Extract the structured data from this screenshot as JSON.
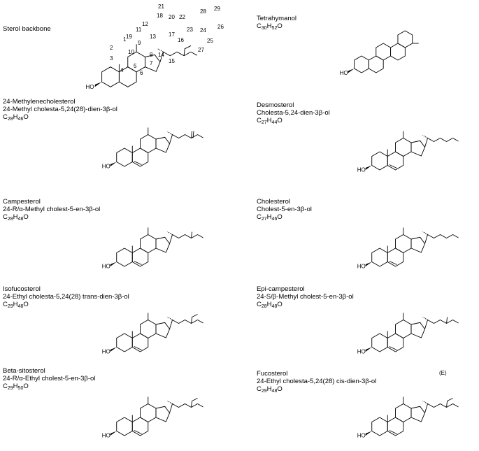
{
  "panels": [
    {
      "id": "backbone",
      "name": "Sterol backbone",
      "systematic": "",
      "formula": null
    },
    {
      "id": "tetrahymanol",
      "name": "Tetrahymanol",
      "systematic": "",
      "formula": {
        "c": "30",
        "h": "52",
        "o": ""
      }
    },
    {
      "id": "methylenecholesterol",
      "name": "24-Methylenecholesterol",
      "systematic": "24-Methyl cholesta-5,24(28)-dien-3β-ol",
      "formula": {
        "c": "28",
        "h": "46",
        "o": ""
      }
    },
    {
      "id": "desmosterol",
      "name": "Desmosterol",
      "systematic": "Cholesta-5,24-dien-3β-ol",
      "formula": {
        "c": "27",
        "h": "44",
        "o": ""
      }
    },
    {
      "id": "campesterol",
      "name": "Campesterol",
      "systematic": "24-R/α-Methyl cholest-5-en-3β-ol",
      "formula": {
        "c": "28",
        "h": "48",
        "o": ""
      }
    },
    {
      "id": "cholesterol",
      "name": "Cholesterol",
      "systematic": "Cholest-5-en-3β-ol",
      "formula": {
        "c": "27",
        "h": "46",
        "o": ""
      }
    },
    {
      "id": "isofucosterol",
      "name": "Isofucosterol",
      "systematic": "24-Ethyl cholesta-5,24(28) trans-dien-3β-ol",
      "formula": {
        "c": "29",
        "h": "48",
        "o": ""
      }
    },
    {
      "id": "epicampesterol",
      "name": "Epi-campesterol",
      "systematic": "24-S/β-Methyl cholest-5-en-3β-ol",
      "formula": {
        "c": "28",
        "h": "48",
        "o": ""
      }
    },
    {
      "id": "sitosterol",
      "name": "Beta-sitosterol",
      "systematic": "24-R/α-Ethyl cholest-5-en-3β-ol",
      "formula": {
        "c": "29",
        "h": "50",
        "o": ""
      }
    },
    {
      "id": "fucosterol",
      "name": "Fucosterol",
      "systematic": "24-Ethyl cholesta-5,24(28) cis-dien-3β-ol",
      "formula": {
        "c": "29",
        "h": "48",
        "o": ""
      }
    }
  ],
  "atoms": {
    "oh": "HO",
    "c": "C",
    "h": "H",
    "o": "O"
  },
  "backbone_numbers": [
    "1",
    "2",
    "3",
    "4",
    "5",
    "6",
    "7",
    "8",
    "9",
    "10",
    "11",
    "12",
    "13",
    "14",
    "15",
    "16",
    "17",
    "18",
    "19",
    "20",
    "21",
    "22",
    "23",
    "24",
    "25",
    "26",
    "27",
    "28",
    "29"
  ],
  "annotation": "(E)"
}
